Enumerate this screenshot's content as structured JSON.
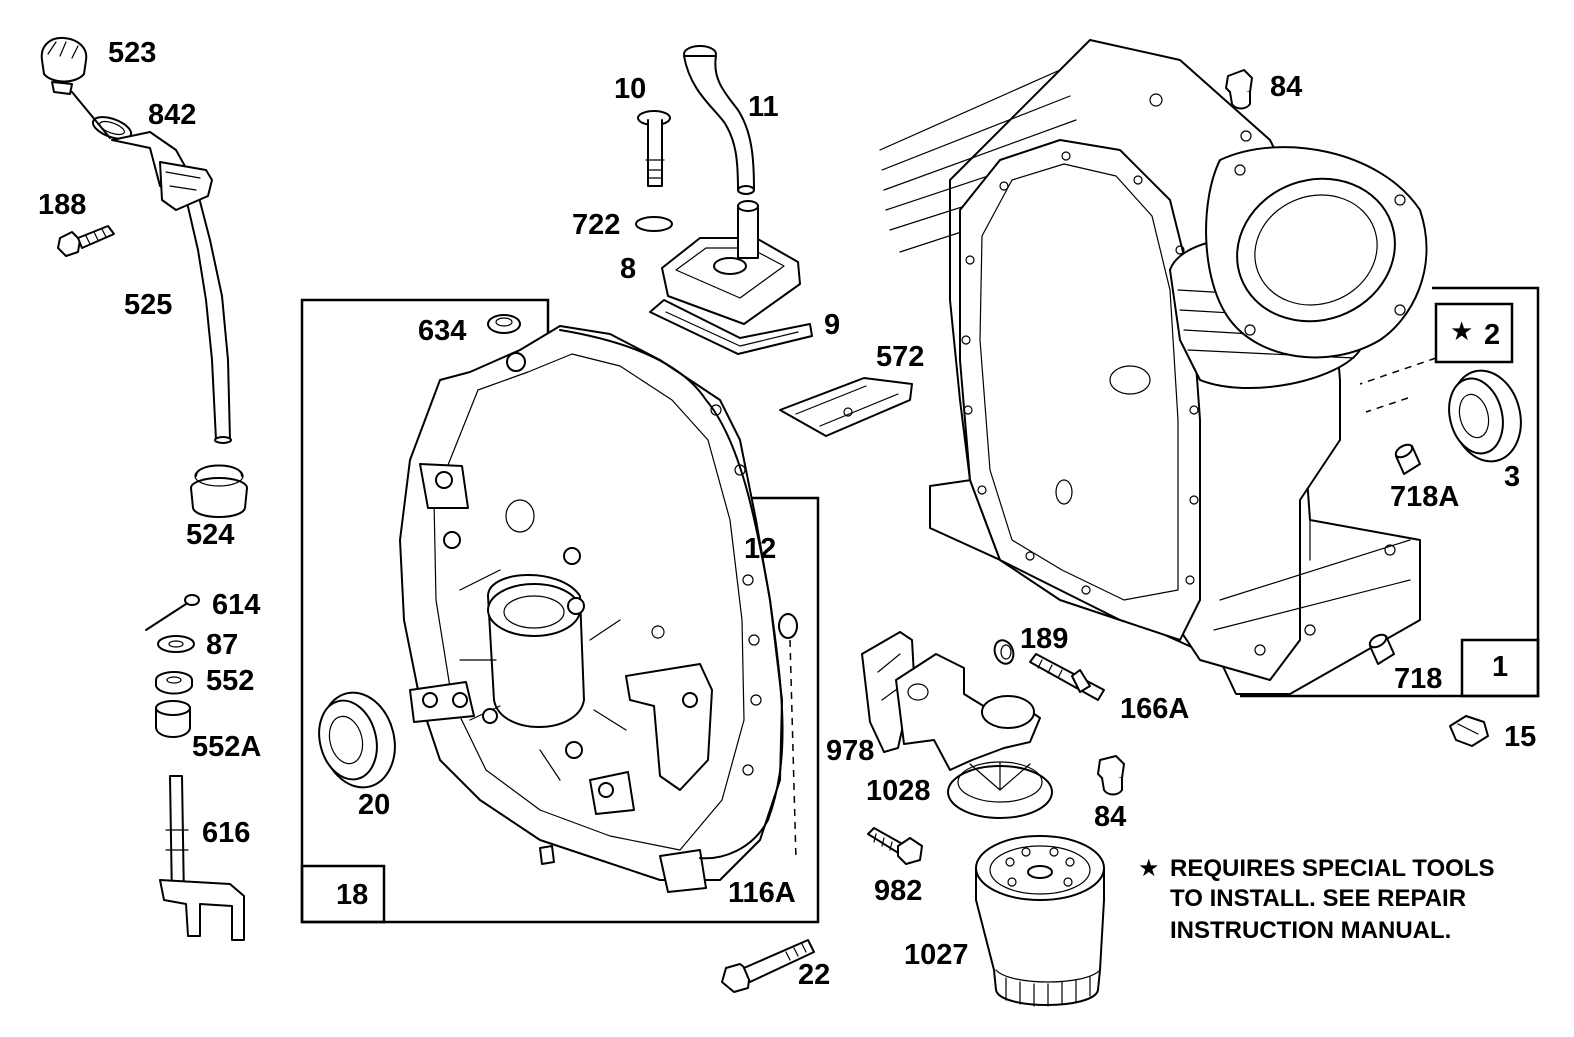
{
  "callouts": {
    "p523": "523",
    "p842": "842",
    "p188": "188",
    "p525": "525",
    "p524": "524",
    "p614": "614",
    "p87": "87",
    "p552": "552",
    "p552a": "552A",
    "p616": "616",
    "p10": "10",
    "p11": "11",
    "p722": "722",
    "p8": "8",
    "p9": "9",
    "p634": "634",
    "p572": "572",
    "p12": "12",
    "p116a": "116A",
    "p20": "20",
    "p18": "18",
    "p22": "22",
    "p84a": "84",
    "p2": "2",
    "p3": "3",
    "p718a": "718A",
    "p718": "718",
    "p1": "1",
    "p15": "15",
    "p189": "189",
    "p166a": "166A",
    "p978": "978",
    "p1028": "1028",
    "p84b": "84",
    "p982": "982",
    "p1027": "1027"
  },
  "note": {
    "star": "★",
    "line1": "REQUIRES SPECIAL TOOLS",
    "line2": "TO INSTALL.  SEE REPAIR",
    "line3": "INSTRUCTION MANUAL."
  }
}
